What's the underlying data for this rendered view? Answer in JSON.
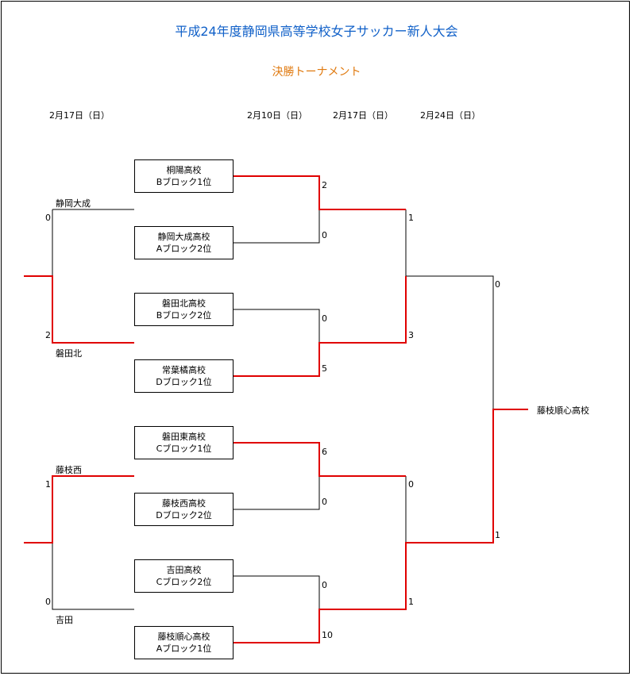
{
  "title": "平成24年度静岡県高等学校女子サッカー新人大会",
  "subtitle": "決勝トーナメント",
  "dates": {
    "playoff": "2月17日（日）",
    "round1": "2月10日（日）",
    "semifinal": "2月17日（日）",
    "final": "2月24日（日）"
  },
  "teams": [
    {
      "name": "桐陽高校",
      "seed": "Bブロック1位",
      "score": "2"
    },
    {
      "name": "静岡大成高校",
      "seed": "Aブロック2位",
      "score": "0"
    },
    {
      "name": "磐田北高校",
      "seed": "Bブロック2位",
      "score": "0"
    },
    {
      "name": "常葉橘高校",
      "seed": "Dブロック1位",
      "score": "5"
    },
    {
      "name": "磐田東高校",
      "seed": "Cブロック1位",
      "score": "6"
    },
    {
      "name": "藤枝西高校",
      "seed": "Dブロック2位",
      "score": "0"
    },
    {
      "name": "吉田高校",
      "seed": "Cブロック2位",
      "score": "0"
    },
    {
      "name": "藤枝順心高校",
      "seed": "Aブロック1位",
      "score": "10"
    }
  ],
  "playoffs": [
    {
      "top_team": "静岡大成",
      "top_score": "0",
      "bottom_team": "磐田北",
      "bottom_score": "2"
    },
    {
      "top_team": "藤枝西",
      "top_score": "1",
      "bottom_team": "吉田",
      "bottom_score": "0"
    }
  ],
  "semifinal_scores": [
    "1",
    "3",
    "0",
    "1"
  ],
  "final_scores": [
    "0",
    "1"
  ],
  "champion": "藤枝順心高校",
  "colors": {
    "title": "#1060c8",
    "subtitle": "#e07a10",
    "win_line": "#e00000",
    "line": "#000000"
  }
}
